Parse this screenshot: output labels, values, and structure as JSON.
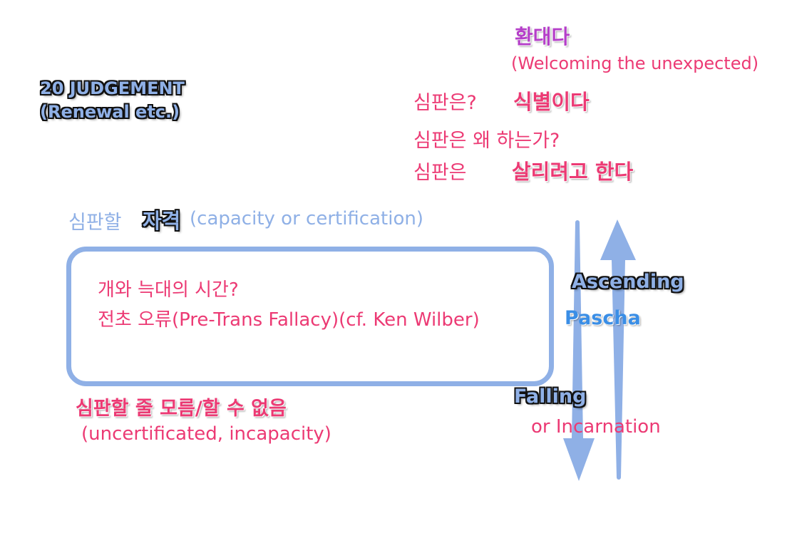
{
  "title_block": {
    "line1": "20  JUDGEMENT",
    "line2": "(Renewal etc.)"
  },
  "top_right": {
    "hwandaeda": "환대다",
    "welcoming": "(Welcoming the unexpected)",
    "q1_label": "심판은?",
    "q1_answer": "식별이다",
    "q2": "심판은 왜 하는가?",
    "q3_label": "심판은",
    "q3_answer": "살리려고 한다"
  },
  "capacity": {
    "prefix": "심판할",
    "keyword": "자격",
    "suffix": "(capacity or certification)"
  },
  "box": {
    "line1": "개와 늑대의 시간?",
    "line2": "전초 오류(Pre-Trans Fallacy)(cf. Ken Wilber)"
  },
  "incapacity": {
    "line1": "심판할 줄 모름/할 수 없음",
    "line2": "(uncertificated, incapacity)"
  },
  "arrows": {
    "ascending": "Ascending",
    "pascha": "Pascha",
    "falling": "Falling",
    "incarnation": "or Incarnation",
    "color": "#8fb0e6"
  },
  "colors": {
    "pink": "#ec3a74",
    "purple": "#b53fc9",
    "light_blue": "#8fb0e6",
    "pascha_blue": "#3a8ee6"
  }
}
